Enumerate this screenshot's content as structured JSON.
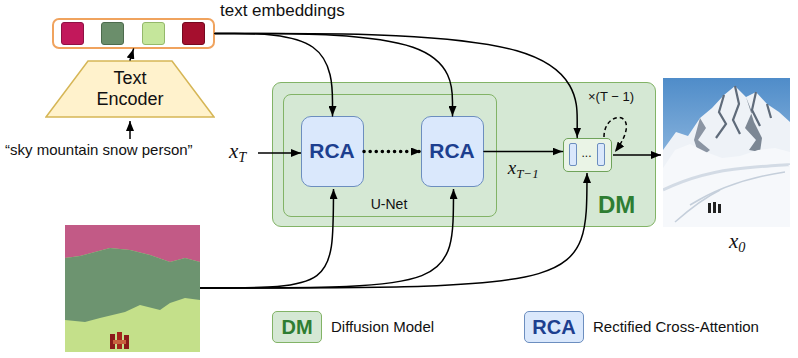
{
  "diagram": {
    "nodes": [
      {
        "text": [
          "text embeddings"
        ]
      },
      {
        "text": [
          "Text Encoder"
        ]
      },
      {
        "text": [
          "DM"
        ]
      },
      {
        "text": [
          "U-Net"
        ],
        "in": 2
      },
      {
        "text": [
          "RCA"
        ],
        "in": 3
      },
      {
        "text": [
          "RCA"
        ],
        "in": 3
      },
      {
        "text": [
          "..."
        ],
        "in": 2
      }
    ],
    "edges": [
      {
        "from": 1,
        "to": 0,
        "arrow": "to"
      },
      {
        "from": 0,
        "to": 4,
        "arrow": "to"
      },
      {
        "from": 0,
        "to": 5,
        "arrow": "to"
      },
      {
        "from": 0,
        "to": 6,
        "arrow": "to"
      },
      {
        "from": 4,
        "to": 5,
        "arrow": "to"
      },
      {
        "from": 5,
        "to": 6,
        "arrow": "to",
        "label": "xT−1"
      }
    ],
    "labels": [
      "“sky mountain snow person”",
      "xT",
      "×(T − 1)",
      "x0",
      "DM",
      "RCA"
    ],
    "legend": [
      {
        "text": "Diffusion Model",
        "color": "#d5e8d4"
      },
      {
        "text": "Rectified Cross-Attention",
        "color": "#dae8fc"
      }
    ]
  }
}
